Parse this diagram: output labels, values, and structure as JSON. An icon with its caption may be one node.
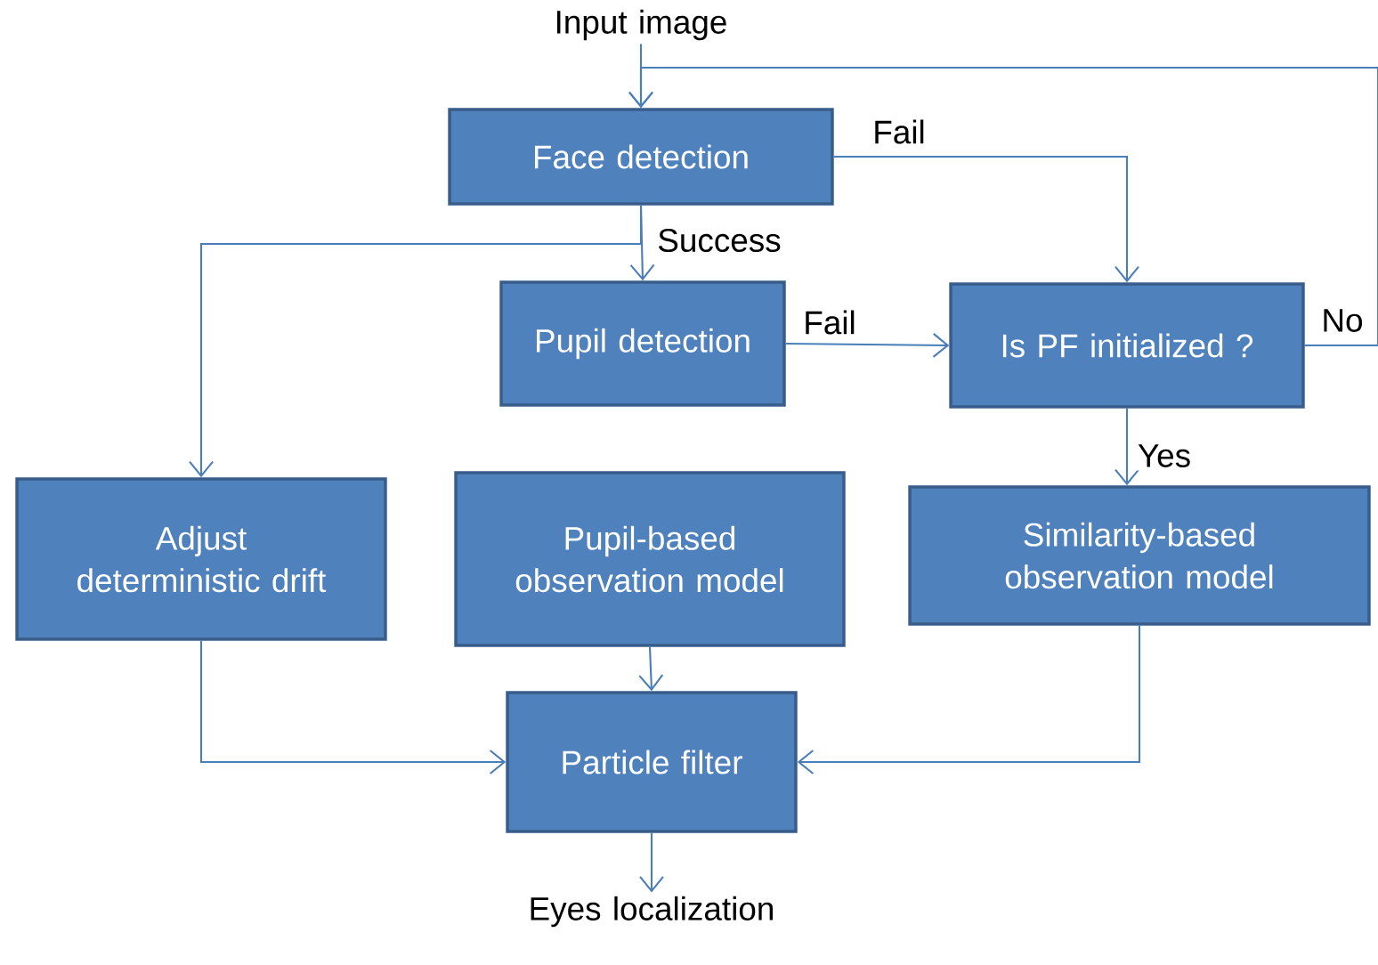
{
  "diagram": {
    "nodes": [
      {
        "text": [
          "Input image"
        ]
      },
      {
        "text": [
          "Face detection"
        ]
      },
      {
        "text": [
          "Pupil detection"
        ]
      },
      {
        "text": [
          "Is PF initialized ?"
        ]
      },
      {
        "text": [
          "Adjust deterministic drift"
        ]
      },
      {
        "text": [
          "Pupil-based observation model"
        ]
      },
      {
        "text": [
          "Similarity-based observation model"
        ]
      },
      {
        "text": [
          "Particle filter"
        ]
      },
      {
        "text": [
          "Eyes localization"
        ]
      }
    ],
    "edges": [
      {
        "from": 0,
        "to": 1,
        "arrow": "to"
      },
      {
        "from": 1,
        "to": 2,
        "arrow": "to",
        "label": "Success"
      },
      {
        "from": 1,
        "to": 4,
        "arrow": "to"
      },
      {
        "from": 1,
        "to": 3,
        "arrow": "to",
        "label": "Fail"
      },
      {
        "from": 2,
        "to": 3,
        "arrow": "to",
        "label": "Fail"
      },
      {
        "from": 3,
        "to": 1,
        "arrow": "to",
        "label": "No"
      },
      {
        "from": 3,
        "to": 6,
        "arrow": "to",
        "label": "Yes"
      },
      {
        "from": 4,
        "to": 7,
        "arrow": "to"
      },
      {
        "from": 5,
        "to": 7,
        "arrow": "to"
      },
      {
        "from": 6,
        "to": 7,
        "arrow": "to"
      },
      {
        "from": 7,
        "to": 8,
        "arrow": "to"
      }
    ]
  }
}
